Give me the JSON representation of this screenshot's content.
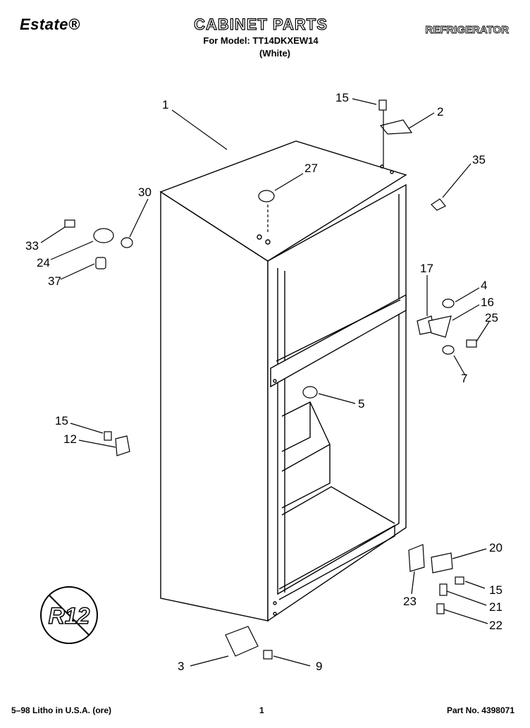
{
  "header": {
    "brand": "Estate®",
    "title": "CABINET PARTS",
    "model_line": "For Model: TT14DKXEW14",
    "variant": "(White)",
    "category": "REFRIGERATOR"
  },
  "footer": {
    "left": "5–98 Litho in U.S.A. (ore)",
    "page": "1",
    "part_no": "Part No. 4398071"
  },
  "badge": {
    "text": "R12"
  },
  "callouts": {
    "c1": "1",
    "c2": "2",
    "c3": "3",
    "c4": "4",
    "c5": "5",
    "c7": "7",
    "c9": "9",
    "c12": "12",
    "c15a": "15",
    "c15b": "15",
    "c15c": "15",
    "c16": "16",
    "c17": "17",
    "c20": "20",
    "c21": "21",
    "c22": "22",
    "c23": "23",
    "c24": "24",
    "c25": "25",
    "c27": "27",
    "c30": "30",
    "c33": "33",
    "c35": "35",
    "c37": "37"
  }
}
